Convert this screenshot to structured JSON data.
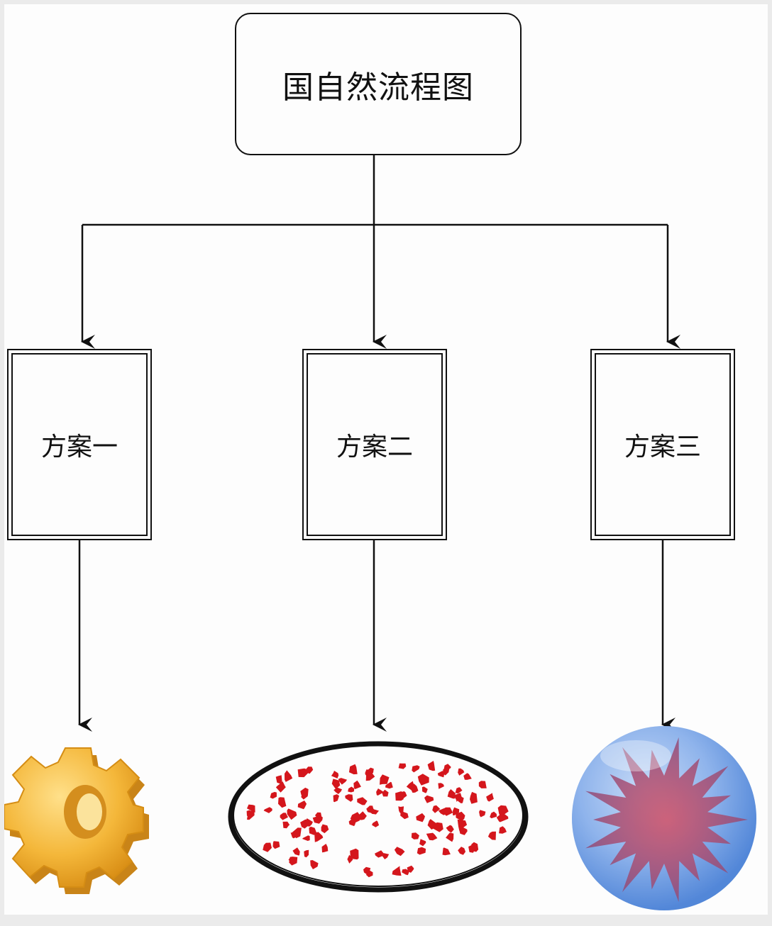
{
  "root": {
    "label": "国自然流程图"
  },
  "plans": [
    {
      "label": "方案一",
      "icon": "gear-icon"
    },
    {
      "label": "方案二",
      "icon": "red-dots-ellipse-icon"
    },
    {
      "label": "方案三",
      "icon": "virus-sphere-icon"
    }
  ],
  "colors": {
    "stroke": "#111111",
    "gear": "#f2b233",
    "dots": "#d4161c",
    "sphere": "#4a86d8",
    "virus": "#c8141e"
  }
}
